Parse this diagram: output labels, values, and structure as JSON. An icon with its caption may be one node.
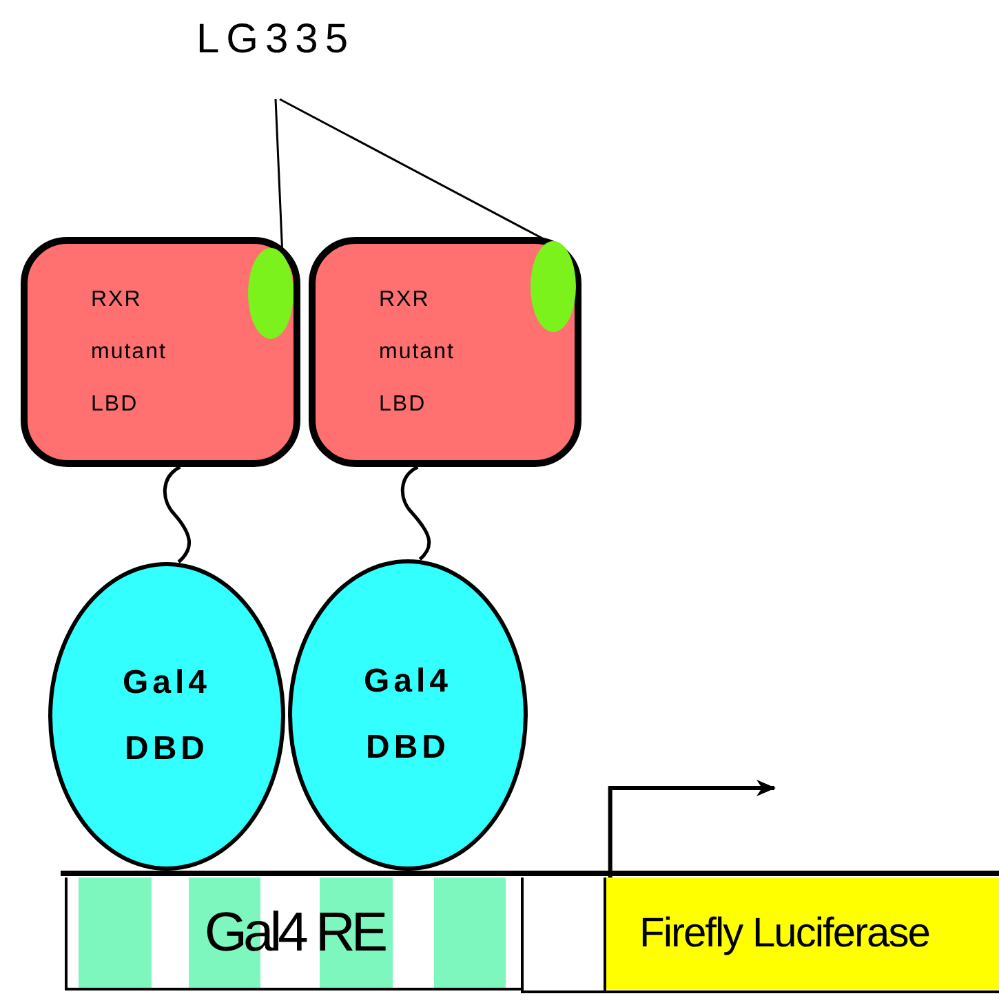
{
  "diagram": {
    "nodes": [
      {
        "text": [
          "LG335"
        ]
      },
      {
        "text": [
          "RXR mutant LBD"
        ]
      },
      {
        "text": [
          "RXR mutant LBD"
        ]
      },
      {
        "text": [],
        "shape": "circle",
        "in": 1
      },
      {
        "text": [],
        "shape": "circle",
        "in": 2
      },
      {
        "text": [
          "Gal4 DBD"
        ]
      },
      {
        "text": [
          "Gal4 DBD"
        ]
      },
      {
        "text": [
          "Gal4 RE"
        ]
      },
      {
        "text": [
          "Firefly Luciferase"
        ]
      }
    ],
    "edges": [
      {
        "from": 0,
        "to": 3,
        "arrow": "none"
      },
      {
        "from": 0,
        "to": 4,
        "arrow": "none"
      },
      {
        "from": 1,
        "to": 5,
        "arrow": "none"
      },
      {
        "from": 2,
        "to": 6,
        "arrow": "none"
      },
      {
        "from": 8,
        "to": null,
        "arrow": "to"
      }
    ]
  }
}
